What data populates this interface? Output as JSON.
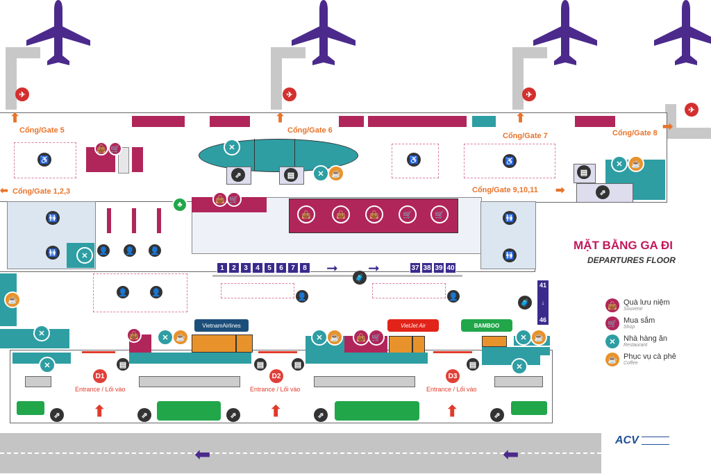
{
  "title": {
    "vi": "MẶT BẰNG GA ĐI",
    "en": "DEPARTURES FLOOR"
  },
  "gates": {
    "g5": "Cổng/Gate 5",
    "g6": "Cổng/Gate 6",
    "g7": "Cổng/Gate 7",
    "g8": "Cổng/Gate 8",
    "g123": "Cổng/Gate 1,2,3",
    "g91011": "Cổng/Gate 9,10,11"
  },
  "checkin_left": [
    "1",
    "2",
    "3",
    "4",
    "5",
    "6",
    "7",
    "8"
  ],
  "checkin_right": [
    "37",
    "38",
    "39",
    "40"
  ],
  "counter_41": "41",
  "counter_46": "46",
  "entrances": [
    {
      "code": "D1",
      "label": "Entrance / Lối vào"
    },
    {
      "code": "D2",
      "label": "Entrance / Lối vào"
    },
    {
      "code": "D3",
      "label": "Entrance / Lối vào"
    }
  ],
  "airlines": {
    "vn": "VietnamAirlines",
    "vj": "VietJet Air",
    "bb": "BAMBOO"
  },
  "legend": [
    {
      "vi": "Quà lưu niệm",
      "en": "Souvenir",
      "color": "#b0265a",
      "icon": "souvenir-bag-icon"
    },
    {
      "vi": "Mua sắm",
      "en": "Shop",
      "color": "#b0265a",
      "icon": "shopping-cart-icon"
    },
    {
      "vi": "Nhà hàng ăn",
      "en": "Restaurant",
      "color": "#2e9ea3",
      "icon": "fork-knife-icon"
    },
    {
      "vi": "Phục vụ cà phê",
      "en": "Coffee",
      "color": "#e8922c",
      "icon": "coffee-cup-icon"
    }
  ],
  "logo": {
    "name": "ACV"
  },
  "colors": {
    "maroon": "#b0265a",
    "teal": "#2e9ea3",
    "orange": "#e8922c",
    "navy": "#3a2a8c",
    "green": "#21a64a"
  }
}
